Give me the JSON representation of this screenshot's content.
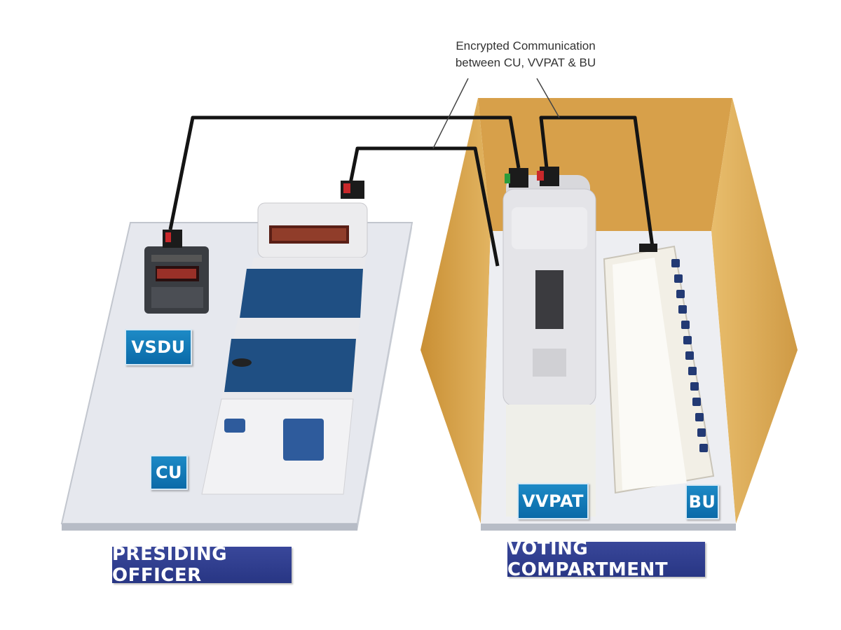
{
  "annotation": {
    "line1": "Encrypted Communication",
    "line2": "between CU, VVPAT & BU"
  },
  "labels": {
    "vsdu": "VSDU",
    "cu": "CU",
    "vvpat": "VVPAT",
    "bu": "BU"
  },
  "sections": {
    "presiding_officer": "PRESIDING OFFICER",
    "voting_compartment": "VOTING COMPARTMENT"
  },
  "colors": {
    "table": "#e8eaf0",
    "compartment": "#d9a548",
    "label_blue": "#0a6aa8",
    "section_navy": "#2f3d8f",
    "cable": "#111111"
  }
}
